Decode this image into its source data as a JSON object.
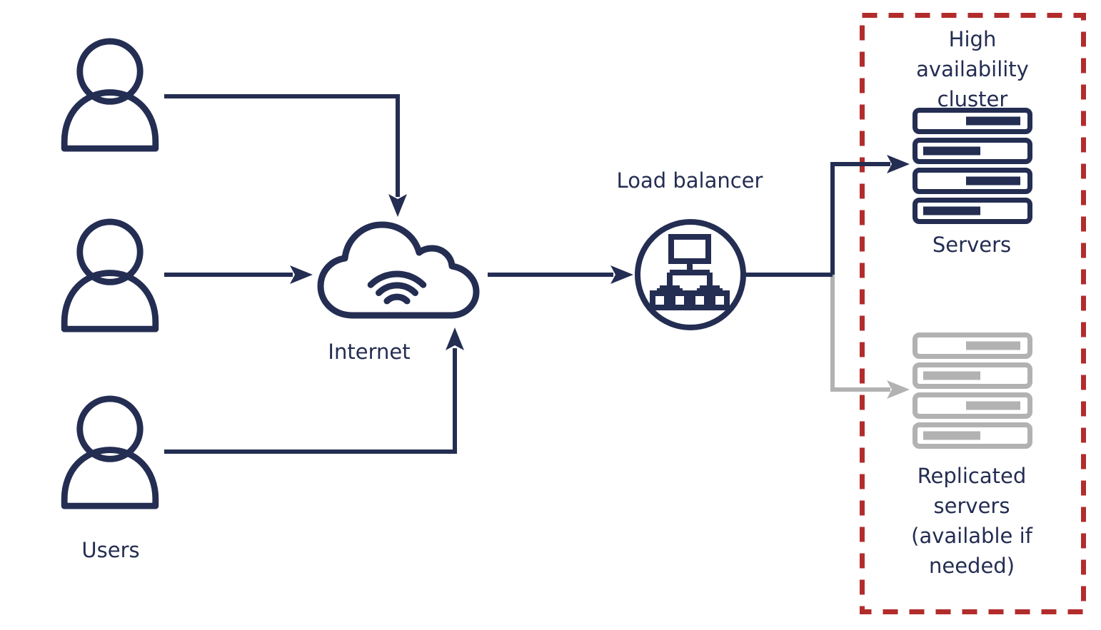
{
  "diagram": {
    "title_implicit": "Load balancer high availability architecture",
    "nodes": {
      "users": {
        "label": "Users",
        "icon": "user-icon",
        "count": 3
      },
      "internet": {
        "label": "Internet",
        "icon": "cloud-wifi-icon"
      },
      "load_balancer": {
        "label": "Load balancer",
        "icon": "load-balancer-hierarchy-icon"
      },
      "cluster": {
        "title": "High availability\ncluster",
        "border_style": "red-dashed",
        "servers": {
          "label": "Servers",
          "icon": "server-stack-icon",
          "server_count": 4
        },
        "replicated_servers": {
          "label": "Replicated\nservers\n(available if\nneeded)",
          "icon": "replicated-server-stack-icon",
          "server_count": 4
        }
      }
    },
    "connections": [
      {
        "from": "user-1",
        "to": "internet",
        "color": "navy"
      },
      {
        "from": "user-2",
        "to": "internet",
        "color": "navy"
      },
      {
        "from": "user-3",
        "to": "internet",
        "color": "navy"
      },
      {
        "from": "internet",
        "to": "load_balancer",
        "color": "navy"
      },
      {
        "from": "load_balancer",
        "to": "servers",
        "color": "navy"
      },
      {
        "from": "load_balancer",
        "to": "replicated_servers",
        "color": "gray"
      }
    ],
    "colors": {
      "primary_navy": "#242d52",
      "replica_gray": "#b2b2b2",
      "cluster_border_red": "#b22c2c",
      "background": "#ffffff"
    }
  }
}
